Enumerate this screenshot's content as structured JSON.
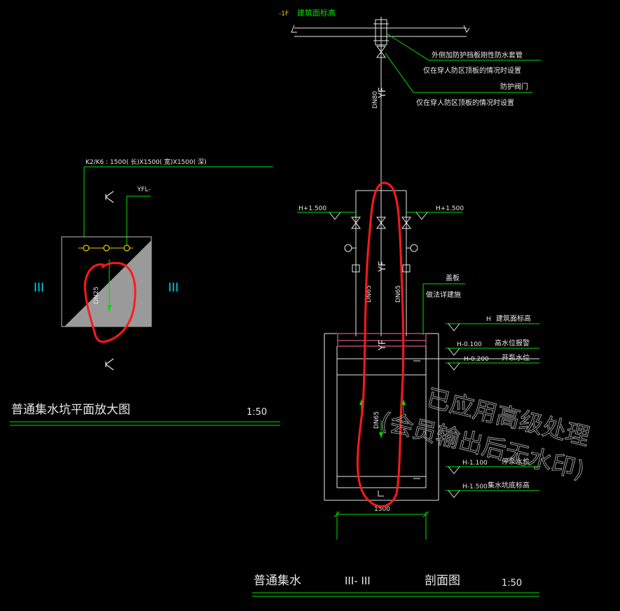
{
  "plan": {
    "sump_spec": "K2/K6  : 1500(  长)X1500(  宽)X1500(  深)",
    "pipe_tag": "YFL-",
    "pipe_size": "DN25",
    "section_mark": "III",
    "title": "普通集水坑平面放大图",
    "scale": "1:50"
  },
  "section": {
    "top_level_tag": "-1F",
    "top_level_label": "建筑面标高",
    "note_sleeve": "外侧加防护挡板刚性防水套管",
    "note_sleeve_cond": "仅在穿人防区顶板的情况时设置",
    "note_valve": "防护阀门",
    "note_valve_cond": "仅在穿人防区顶板的情况时设置",
    "riser_size": "DN80",
    "riser_tag": "YF",
    "left_level": "H+1.500",
    "right_level": "H+1.500",
    "left_pipe_size": "DN65",
    "right_pipe_size": "DN65",
    "cover_label": "盖板",
    "cover_note": "做法详建施",
    "level_floor_h": "H",
    "level_floor_label": "建筑面标高",
    "level_alarm_value": "H-0.100",
    "level_alarm_label": "高水位报警",
    "level_start_value": "H-0.200",
    "level_start_label": "开泵水位",
    "pump_size": "DN65",
    "level_stop_value": "H-1.100",
    "level_stop_label": "停泵水位",
    "level_bottom_value": "H-1.500",
    "level_bottom_label": "集水坑底标高",
    "width_dim": "1500",
    "title_a": "普通集水",
    "title_b": "III- III",
    "title_c": "剖面图",
    "scale": "1:50"
  },
  "watermark": {
    "line1": "已应用高级处理",
    "line2": "(会员输出后无水印)"
  },
  "colors": {
    "green": "#00e000",
    "white": "#e8e8e8",
    "cyan": "#00d8e8",
    "yellow": "#e8d000",
    "red": "#ff1a1a",
    "pink": "#ff70a0",
    "gray": "#9a9a9a"
  }
}
